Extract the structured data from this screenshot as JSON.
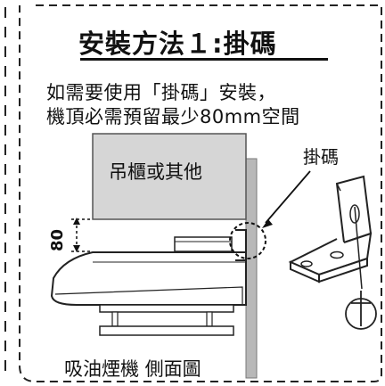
{
  "title": "安裝方法１:掛碼",
  "instructions": {
    "line1": "如需要使用「掛碼」安裝，",
    "line2": "機頂必需預留最少80mm空間"
  },
  "labels": {
    "cabinet": "吊櫃或其他",
    "bracket": "掛碼",
    "dimension": "80",
    "footer": "吸油煙機  側面圖"
  }
}
